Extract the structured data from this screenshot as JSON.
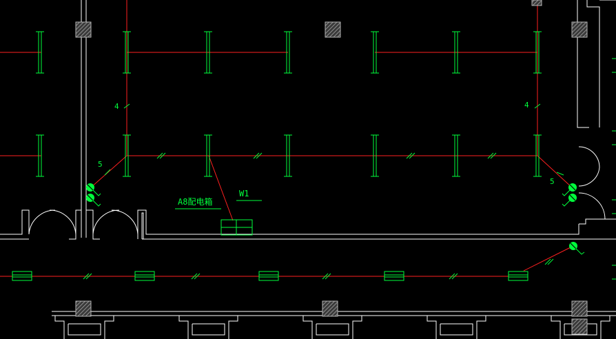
{
  "drawing": {
    "background": "#000000",
    "colors": {
      "wall": "#ffffff",
      "wire": "#ff2020",
      "fixture": "#00ff3c",
      "column_hatch": "#b4b4b4"
    },
    "labels": {
      "circuit_count_left": "4",
      "circuit_count_right": "4",
      "switch_count_left": "5",
      "switch_count_right": "5",
      "panel_label": "A8配电箱",
      "circuit_label": "W1"
    },
    "icons": {
      "fluorescent_fixture": "double-tube-fixture-icon",
      "wall_switch": "switch-icon",
      "distribution_panel": "panel-box-icon",
      "column": "hatched-column-icon"
    }
  }
}
